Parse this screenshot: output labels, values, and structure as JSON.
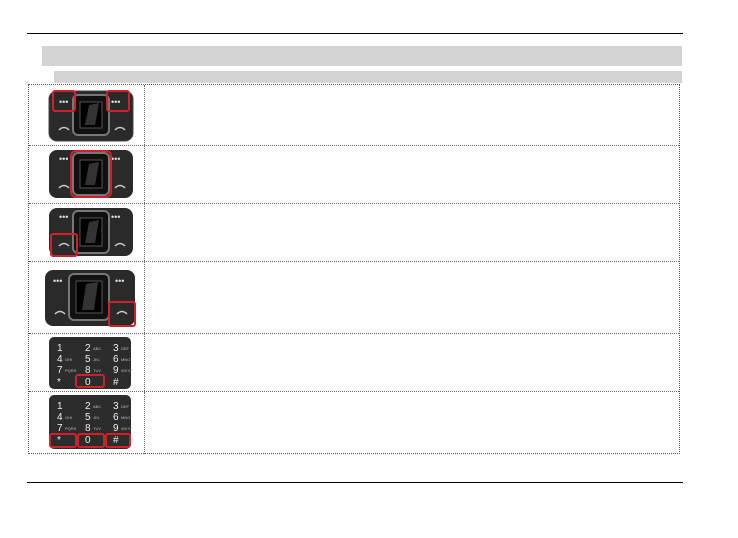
{
  "document": {
    "header_bar_color": "#d4d4d4",
    "rows": [
      {
        "illustration": "phone-nav-soft-keys",
        "highlight": "soft-keys"
      },
      {
        "illustration": "phone-nav-center-key",
        "highlight": "navigation-key"
      },
      {
        "illustration": "phone-nav-call-key",
        "highlight": "call-key"
      },
      {
        "illustration": "phone-nav-end-key",
        "highlight": "end-key"
      },
      {
        "illustration": "phone-keypad-zero",
        "highlight": "zero-key"
      },
      {
        "illustration": "phone-keypad-star-hash",
        "highlight": "star-zero-hash-keys"
      }
    ],
    "keypad": {
      "keys": [
        {
          "d": "1",
          "s": ""
        },
        {
          "d": "2",
          "s": "ABC"
        },
        {
          "d": "3",
          "s": "DEF"
        },
        {
          "d": "4",
          "s": "GHI"
        },
        {
          "d": "5",
          "s": "JKL"
        },
        {
          "d": "6",
          "s": "MNO"
        },
        {
          "d": "7",
          "s": "PQRS"
        },
        {
          "d": "8",
          "s": "TUV"
        },
        {
          "d": "9",
          "s": "WXYZ"
        },
        {
          "d": "*",
          "s": ""
        },
        {
          "d": "0",
          "s": ""
        },
        {
          "d": "#",
          "s": ""
        }
      ]
    },
    "highlight_color": "#d0202a"
  }
}
